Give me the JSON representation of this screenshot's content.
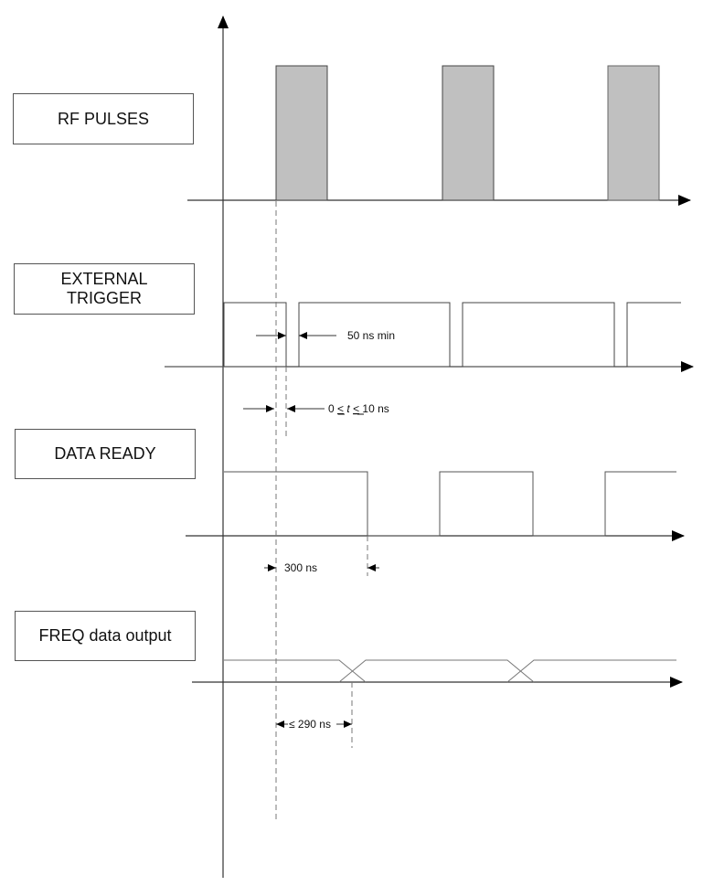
{
  "diagram": {
    "type": "timing-diagram",
    "signals": [
      {
        "id": "rf",
        "label": "RF PULSES"
      },
      {
        "id": "trigger",
        "label_lines": [
          "EXTERNAL",
          "TRIGGER"
        ]
      },
      {
        "id": "data_ready",
        "label": "DATA READY"
      },
      {
        "id": "freq",
        "label": "FREQ data output"
      }
    ],
    "annotations": {
      "pulse_gap": "50 ns min",
      "trigger_delay_prefix": "0 ",
      "trigger_delay_le1": "<",
      "trigger_delay_var": "t",
      "trigger_delay_le2": "<",
      "trigger_delay_suffix": " 10 ns",
      "data_ready_delay": "300 ns",
      "freq_delay": "≤ 290 ns"
    },
    "colors": {
      "line": "#333333",
      "pulse_fill": "#c0c0c0",
      "dashed": "#777777"
    }
  }
}
